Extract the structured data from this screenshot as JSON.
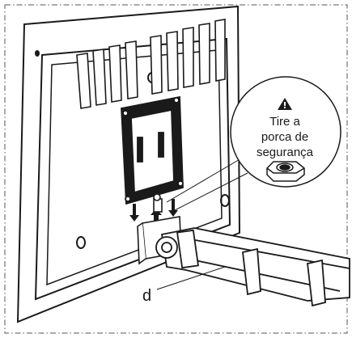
{
  "callout": {
    "warning_icon": "warning-triangle-icon",
    "line1": "Tire a",
    "line2": "porca de",
    "line3": "segurança"
  },
  "part_label": "d",
  "colors": {
    "ink": "#1a1a1a",
    "frame_dash": "#555555",
    "background": "#ffffff"
  }
}
